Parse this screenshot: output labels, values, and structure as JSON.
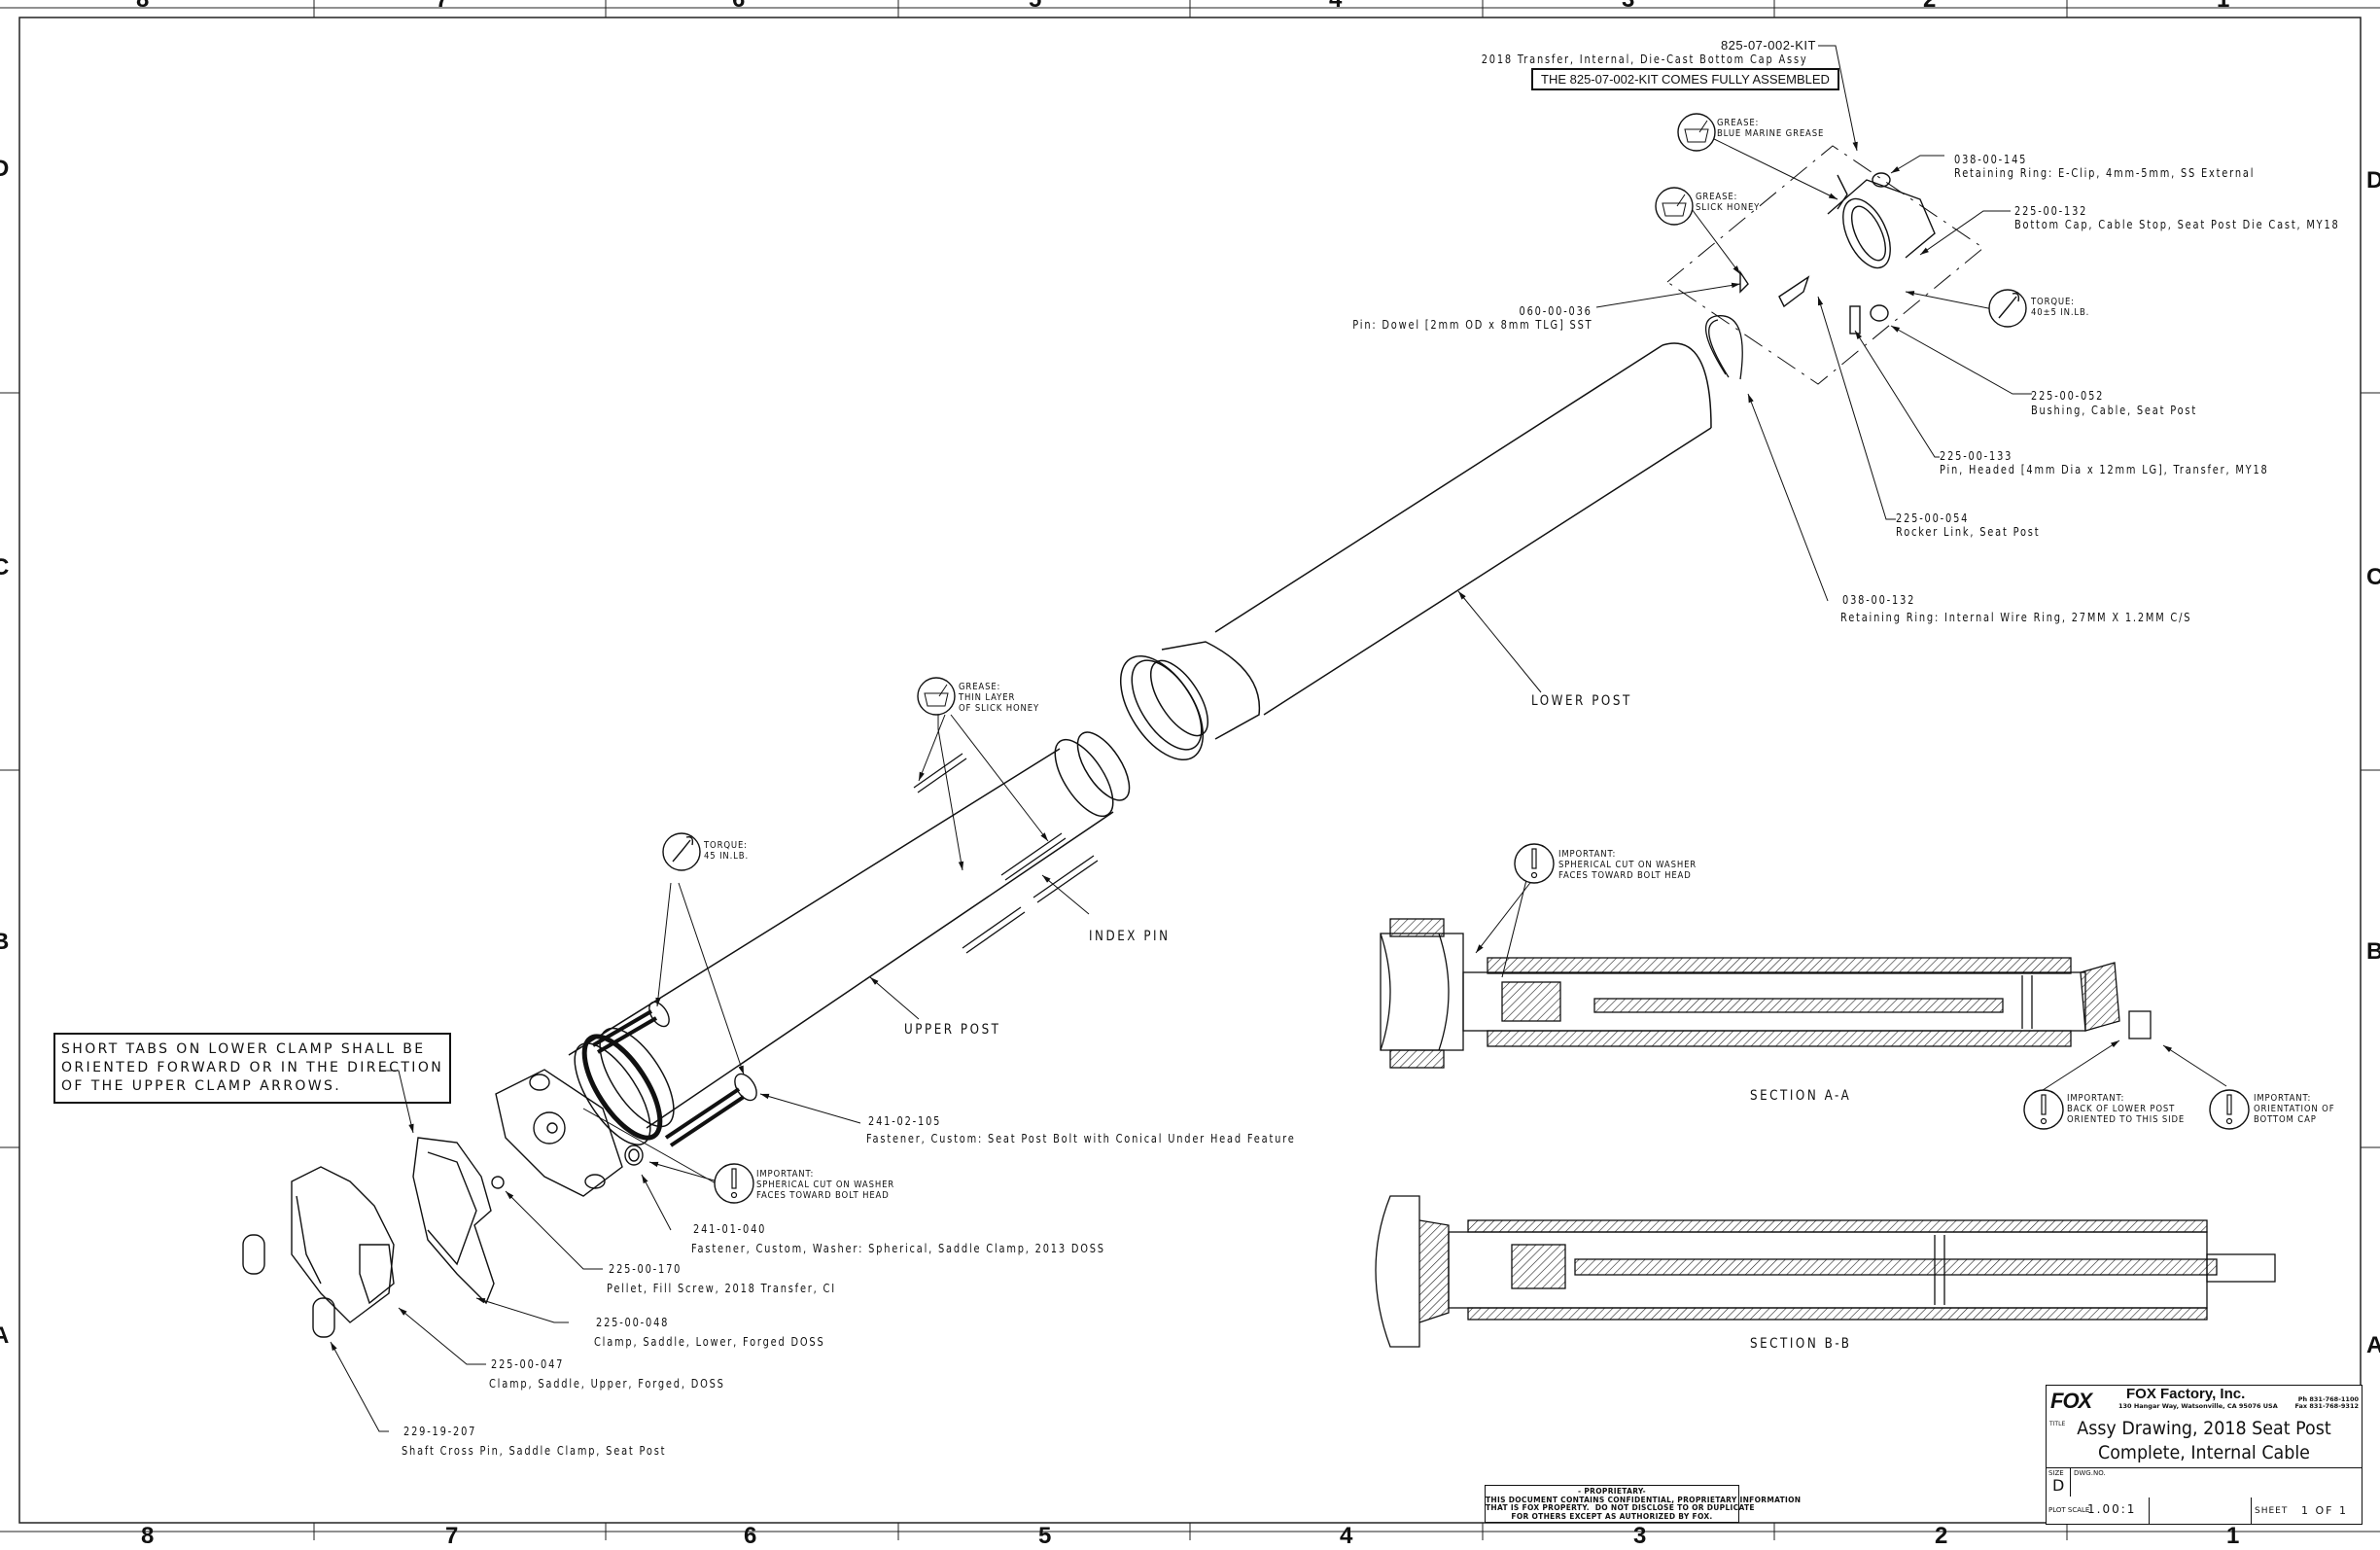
{
  "sheet": {
    "zones_columns": [
      "8",
      "7",
      "6",
      "5",
      "4",
      "3",
      "2",
      "1"
    ],
    "zones_rows": [
      "D",
      "C",
      "B",
      "A"
    ]
  },
  "kit": {
    "part_no": "825-07-002-KIT",
    "description": "2018 Transfer, Internal, Die-Cast Bottom Cap Assy",
    "note": "THE 825-07-002-KIT COMES FULLY ASSEMBLED"
  },
  "callouts": [
    {
      "part_no": "038-00-145",
      "description": "Retaining Ring: E-Clip, 4mm-5mm, SS External"
    },
    {
      "part_no": "225-00-132",
      "description": "Bottom Cap, Cable Stop, Seat Post Die Cast, MY18"
    },
    {
      "part_no": "060-00-036",
      "description": "Pin: Dowel [2mm OD x 8mm TLG] SST"
    },
    {
      "part_no": "225-00-052",
      "description": "Bushing, Cable, Seat Post"
    },
    {
      "part_no": "225-00-133",
      "description": "Pin, Headed [4mm Dia x 12mm LG], Transfer, MY18"
    },
    {
      "part_no": "225-00-054",
      "description": "Rocker Link, Seat Post"
    },
    {
      "part_no": "038-00-132",
      "description": "Retaining Ring: Internal Wire Ring, 27MM X 1.2MM C/S"
    },
    {
      "part_no": "241-02-105",
      "description": "Fastener, Custom: Seat Post Bolt with Conical Under Head Feature"
    },
    {
      "part_no": "241-01-040",
      "description": "Fastener, Custom, Washer: Spherical, Saddle Clamp, 2013 DOSS"
    },
    {
      "part_no": "225-00-170",
      "description": "Pellet, Fill Screw, 2018 Transfer, CI"
    },
    {
      "part_no": "225-00-048",
      "description": "Clamp, Saddle, Lower, Forged DOSS"
    },
    {
      "part_no": "225-00-047",
      "description": "Clamp, Saddle, Upper, Forged, DOSS"
    },
    {
      "part_no": "229-19-207",
      "description": "Shaft Cross Pin, Saddle Clamp, Seat Post"
    }
  ],
  "grease_notes": [
    {
      "title": "GREASE:",
      "text": "BLUE MARINE GREASE",
      "icon": "grease-icon"
    },
    {
      "title": "GREASE:",
      "text": "SLICK HONEY",
      "icon": "grease-icon"
    },
    {
      "title": "GREASE:",
      "text": "THIN LAYER\nOF SLICK HONEY",
      "icon": "grease-icon"
    }
  ],
  "torque_notes": [
    {
      "title": "TORQUE:",
      "value": "40±5 IN.LB.",
      "icon": "torque-wrench-icon"
    },
    {
      "title": "TORQUE:",
      "value": "45 IN.LB.",
      "icon": "torque-wrench-icon"
    }
  ],
  "important_notes": [
    {
      "title": "IMPORTANT:",
      "text": "SPHERICAL CUT ON WASHER\nFACES TOWARD BOLT HEAD"
    },
    {
      "title": "IMPORTANT:",
      "text": "SPHERICAL CUT ON WASHER\nFACES TOWARD BOLT HEAD"
    },
    {
      "title": "IMPORTANT:",
      "text": "BACK OF LOWER POST\nORIENTED TO THIS SIDE"
    },
    {
      "title": "IMPORTANT:",
      "text": "ORIENTATION OF\nBOTTOM CAP"
    }
  ],
  "part_labels": {
    "lower_post": "LOWER POST",
    "upper_post": "UPPER POST",
    "index_pin": "INDEX PIN"
  },
  "clamp_note": "SHORT TABS ON LOWER CLAMP SHALL BE\nORIENTED FORWARD OR IN THE DIRECTION\nOF THE UPPER CLAMP ARROWS.",
  "sections": {
    "a": "SECTION  A-A",
    "b": "SECTION  B-B"
  },
  "proprietary": "- PROPRIETARY-\nTHIS DOCUMENT CONTAINS CONFIDENTIAL, PROPRIETARY INFORMATION\nTHAT IS FOX PROPERTY.  DO NOT DISCLOSE TO OR DUPLICATE\nFOR OTHERS EXCEPT AS AUTHORIZED BY FOX.",
  "title_block": {
    "logo_text": "FOX",
    "company": "FOX Factory, Inc.",
    "address": "130 Hangar Way, Watsonville, CA 95076 USA",
    "phone": "Ph 831-768-1100",
    "fax": "Fax 831-768-9312",
    "title_label": "TITLE",
    "title_line1": "Assy Drawing, 2018 Seat Post",
    "title_line2": "Complete, Internal Cable",
    "size_label": "SIZE",
    "size": "D",
    "dwg_no_label": "DWG.NO.",
    "plot_scale_label": "PLOT SCALE",
    "plot_scale": "1.00:1",
    "sheet_label": "SHEET",
    "sheet": "1 OF 1"
  }
}
